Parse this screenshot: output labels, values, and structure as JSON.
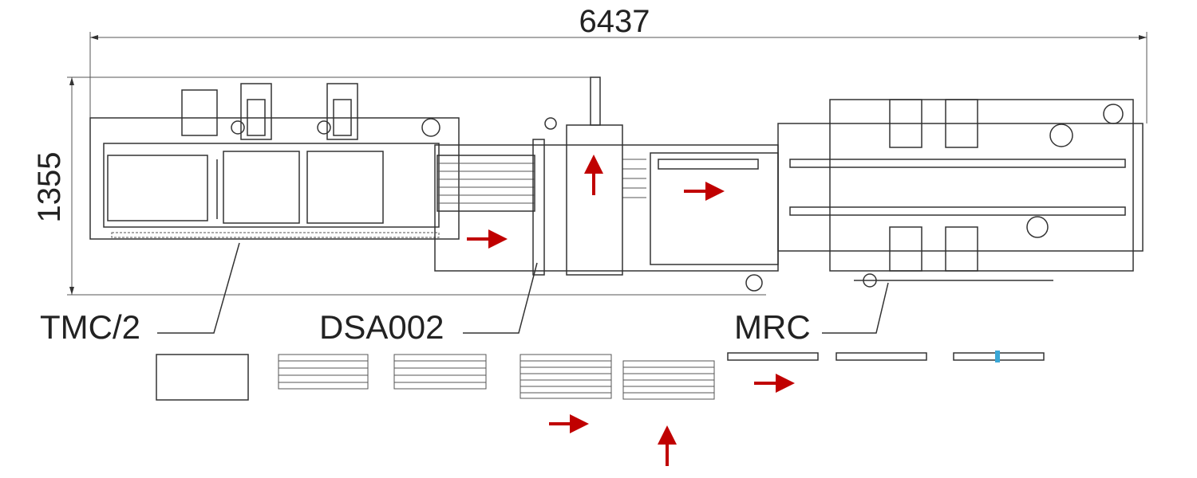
{
  "dimensions": {
    "length": "6437",
    "height": "1355"
  },
  "machines": [
    {
      "label": "TMC/2"
    },
    {
      "label": "DSA002"
    },
    {
      "label": "MRC"
    }
  ],
  "colors": {
    "arrow": "#c00000",
    "line": "#333333",
    "marker": "#3aa7d6"
  }
}
